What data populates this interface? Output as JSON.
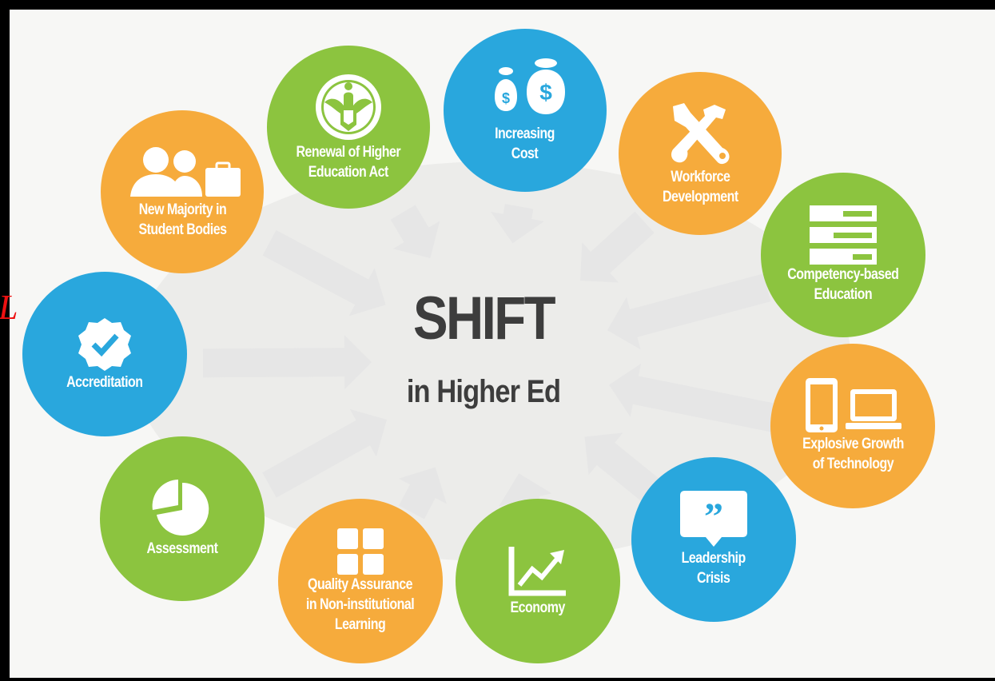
{
  "center": {
    "title": "SHIFT",
    "subtitle": "in Higher Ed"
  },
  "edge_glyph": "L",
  "colors": {
    "orange": "#f6ab3c",
    "green": "#8cc43f",
    "blue": "#29a7dd",
    "title": "#3d3d3d",
    "arrow": "#e6e6e6"
  },
  "nodes": [
    {
      "id": "increasing-cost",
      "label": "Increasing\nCost",
      "color": "blue",
      "icon": "money-bags-icon"
    },
    {
      "id": "workforce-development",
      "label": "Workforce\nDevelopment",
      "color": "orange",
      "icon": "tools-icon"
    },
    {
      "id": "competency-based-education",
      "label": "Competency-based\nEducation",
      "color": "green",
      "icon": "stacked-bars-icon"
    },
    {
      "id": "explosive-growth-of-technology",
      "label": "Explosive Growth\nof Technology",
      "color": "orange",
      "icon": "devices-icon"
    },
    {
      "id": "leadership-crisis",
      "label": "Leadership\nCrisis",
      "color": "blue",
      "icon": "quote-bubble-icon"
    },
    {
      "id": "economy",
      "label": "Economy",
      "color": "green",
      "icon": "trend-chart-icon"
    },
    {
      "id": "quality-assurance",
      "label": "Quality Assurance\nin Non-institutional\nLearning",
      "color": "orange",
      "icon": "grid-squares-icon"
    },
    {
      "id": "assessment",
      "label": "Assessment",
      "color": "green",
      "icon": "pie-chart-icon"
    },
    {
      "id": "accreditation",
      "label": "Accreditation",
      "color": "blue",
      "icon": "checkmark-badge-icon"
    },
    {
      "id": "new-majority",
      "label": "New Majority in\nStudent Bodies",
      "color": "orange",
      "icon": "people-briefcase-icon"
    },
    {
      "id": "renewal-hea",
      "label": "Renewal of Higher\nEducation Act",
      "color": "green",
      "icon": "eagle-seal-icon"
    }
  ]
}
